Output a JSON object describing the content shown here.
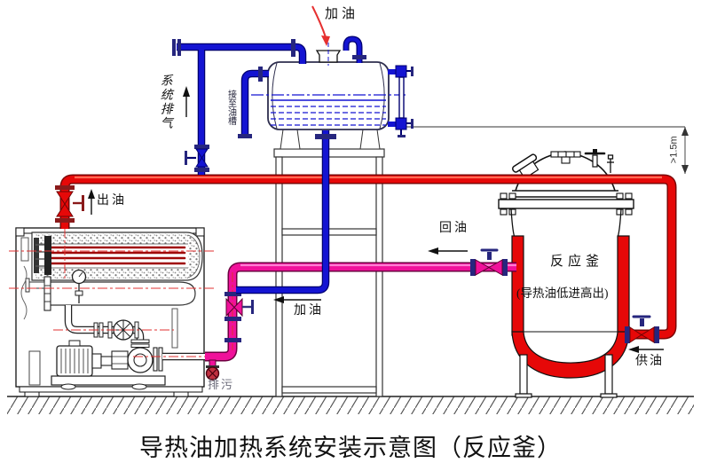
{
  "title": "导热油加热系统安装示意图（反应釜）",
  "labels": {
    "fill_oil_top": "加油",
    "system_vent": "系统排气",
    "to_oil_tank": "接至油槽",
    "oil_outlet": "出油",
    "fill_oil_branch": "加油",
    "oil_return": "回油",
    "oil_supply": "供油",
    "blowdown": "排污",
    "reactor_name": "反应釜",
    "reactor_note": "(导热油低进高出)",
    "min_height": ">1.5m"
  },
  "colors": {
    "pipe_red": "#e60808",
    "pipe_red_dark": "#7c0606",
    "pipe_red_light": "#ff6a55",
    "pipe_magenta": "#f0119a",
    "pipe_magenta_dark": "#6d0040",
    "pipe_magenta_light": "#ff7fd2",
    "pipe_blue": "#1414d2",
    "pipe_blue_dark": "#000070",
    "pipe_blue_light": "#7070ff",
    "flange_navy": "#26267e",
    "centerline_red": "#e03030",
    "outline": "#1a1a1a",
    "tank_outline": "#2e2e4e",
    "label": "#111111",
    "blowdown_label": "#6b6b7a",
    "ground": "#555555"
  }
}
